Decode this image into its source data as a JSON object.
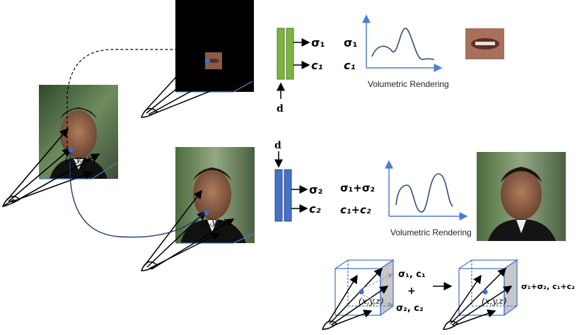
{
  "labels": {
    "direction": "d",
    "sigma1": "σ₁",
    "c1": "c₁",
    "sigma_sum": "σ₁+σ₂",
    "c_sum": "c₁+c₂",
    "sigma2": "σ₂",
    "c2": "c₂",
    "volumetric_top": "Volumetric Rendering",
    "volumetric_bottom": "Volumetric Rendering",
    "point_xyz": "(x,y,z)",
    "cube_left_top": "σ₁, c₁",
    "cube_left_bottom": "σ₂, c₂",
    "cube_plus": "+",
    "cube_right": "σ₁+σ₂, c₁+c₂"
  },
  "colors": {
    "green_mlp": "#7cb342",
    "blue_mlp": "#4472c4",
    "curve": "#2f4e7a",
    "axis": "#4a7fd0",
    "point": "#3a6fd0",
    "frame": "#4a7ac8",
    "black_panel": "#000000",
    "photo_bg": "#5c7a55",
    "skin": "#9a6a50"
  },
  "icons": [
    "eye-icon",
    "face-photo",
    "mouth-crop"
  ]
}
